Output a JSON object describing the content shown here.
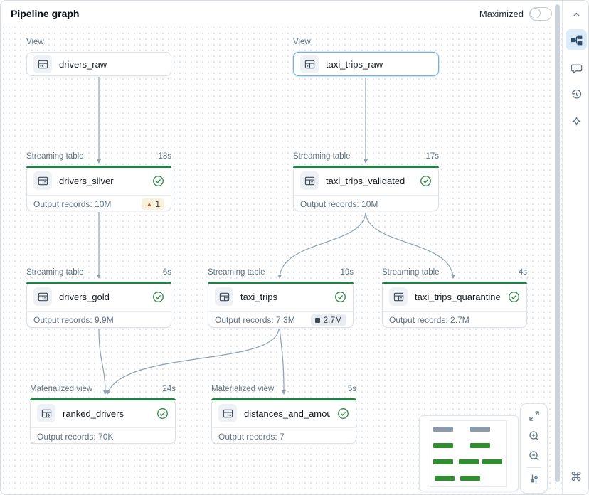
{
  "header": {
    "title": "Pipeline graph",
    "maximize_label": "Maximized",
    "maximize_state": "off"
  },
  "nodes": {
    "drivers_raw": {
      "type_label": "View",
      "name": "drivers_raw"
    },
    "taxi_trips_raw": {
      "type_label": "View",
      "name": "taxi_trips_raw",
      "selected": true
    },
    "drivers_silver": {
      "type_label": "Streaming table",
      "duration": "18s",
      "name": "drivers_silver",
      "output": "Output records: 10M",
      "warning_badge": "1"
    },
    "taxi_trips_validated": {
      "type_label": "Streaming table",
      "duration": "17s",
      "name": "taxi_trips_validated",
      "output": "Output records: 10M"
    },
    "drivers_gold": {
      "type_label": "Streaming table",
      "duration": "6s",
      "name": "drivers_gold",
      "output": "Output records: 9.9M"
    },
    "taxi_trips": {
      "type_label": "Streaming table",
      "duration": "19s",
      "name": "taxi_trips",
      "output": "Output records: 7.3M",
      "dropped_badge": "2.7M"
    },
    "taxi_trips_quarantine": {
      "type_label": "Streaming table",
      "duration": "4s",
      "name": "taxi_trips_quarantine",
      "output": "Output records: 2.7M"
    },
    "ranked_drivers": {
      "type_label": "Materialized view",
      "duration": "24s",
      "name": "ranked_drivers",
      "output": "Output records: 70K"
    },
    "distances_and_amounts": {
      "type_label": "Materialized view",
      "duration": "5s",
      "name": "distances_and_amounts_b...",
      "output": "Output records: 7"
    }
  },
  "edges": [
    "drivers_raw->drivers_silver",
    "taxi_trips_raw->taxi_trips_validated",
    "drivers_silver->drivers_gold",
    "taxi_trips_validated->taxi_trips",
    "taxi_trips_validated->taxi_trips_quarantine",
    "drivers_gold->ranked_drivers",
    "taxi_trips->ranked_drivers",
    "taxi_trips->distances_and_amounts"
  ],
  "sidebar_icons": [
    "collapse-chevron",
    "pipeline-graph",
    "comments",
    "history",
    "assistant-sparkle",
    "command-key"
  ],
  "control_icons": [
    "fit-to-screen",
    "zoom-in",
    "zoom-out",
    "graph-settings"
  ],
  "colors": {
    "node_green_bar": "#1e8243",
    "status_check_green": "#2e8b47",
    "selected_border_blue": "#6fb1e8",
    "edge_gray": "#8ea0b2",
    "warning_badge_bg": "#faf1dc",
    "warning_icon": "#a4582b",
    "dropped_badge_bg": "#e9edf1",
    "sidebar_active_bg": "#dcebf9",
    "minimap_green": "#2f8f2f",
    "minimap_gray": "#8a9aab",
    "label_gray": "#5f7281"
  }
}
